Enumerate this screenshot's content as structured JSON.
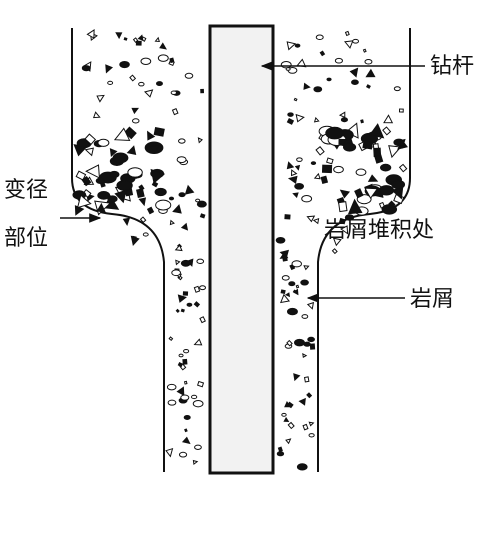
{
  "labels": {
    "drill_pipe": "钻杆",
    "step_change_line1": "变径",
    "step_change_line2": "部位",
    "accumulation": "岩屑堆积处",
    "cuttings": "岩屑"
  },
  "colors": {
    "ink": "#111111",
    "pipe_fill": "#f2f2f2",
    "background": "#ffffff"
  }
}
